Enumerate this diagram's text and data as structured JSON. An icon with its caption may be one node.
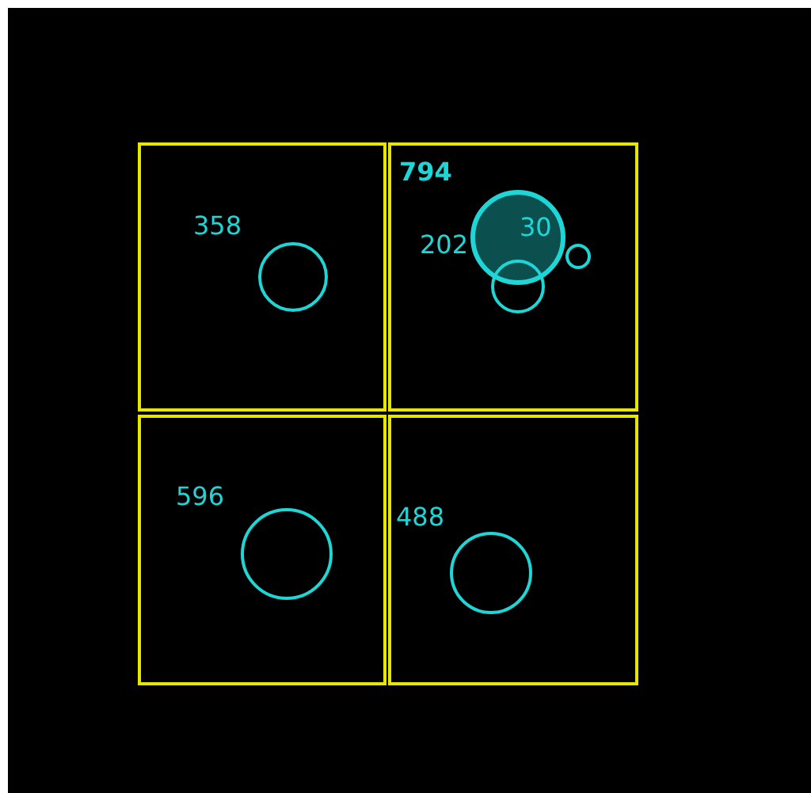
{
  "diagram": {
    "nodes": [
      {
        "text": [
          "358"
        ]
      },
      {
        "text": [
          "794",
          "202"
        ]
      },
      {
        "text": [
          "596"
        ]
      },
      {
        "text": [
          "488"
        ]
      },
      {
        "text": [],
        "shape": "circle",
        "in": 0
      },
      {
        "text": [
          "30"
        ],
        "in": 1
      },
      {
        "text": [],
        "shape": "circle",
        "in": 1
      },
      {
        "text": [],
        "shape": "circle",
        "in": 1
      },
      {
        "text": [],
        "shape": "circle",
        "in": 2
      },
      {
        "text": [],
        "shape": "circle",
        "in": 3
      }
    ]
  }
}
